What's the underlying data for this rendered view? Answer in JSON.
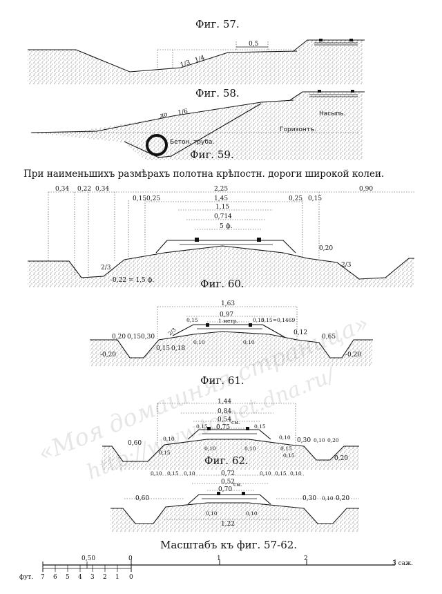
{
  "fig57": {
    "title": "Фиг. 57.",
    "dims": [
      "0,5"
    ],
    "slopes": [
      "1/3",
      "1/4"
    ]
  },
  "fig58": {
    "title": "Фиг. 58.",
    "slope": "до",
    "slope_ratio": "1/6",
    "pipe_label": "Бетон. труба.",
    "embankment_label": "Насыпь.",
    "horizon_label": "Горизонтъ."
  },
  "fig59": {
    "title": "Фиг. 59.",
    "caption": "При наименьшихъ размѣрахъ полотна крѣпостн. дороги широкой колеи.",
    "dims": [
      "0,34",
      "0,22",
      "0,34",
      "2,25",
      "0,90",
      "0,15",
      "0,25",
      "1,45",
      "0,25",
      "0,15",
      "1,15",
      "0,714",
      "5 ф.",
      "0,20",
      "2/3",
      "-0,22 = 1,5 ф.",
      "2/3"
    ]
  },
  "fig60": {
    "title": "Фиг. 60.",
    "dims": [
      "1,63",
      "0,97",
      "1 метр.",
      "2/3",
      "0,15",
      "0,15",
      "0,12",
      "0,20",
      "0,15",
      "0,30",
      "0,65",
      "-0,20",
      "0,15",
      "0,18",
      "0,10",
      "0,10",
      "-0,20"
    ],
    "extra": "0,15=0,1469"
  },
  "fig61": {
    "title": "Фиг. 61.",
    "dims": [
      "1,44",
      "0,84",
      "0,54",
      "0,75",
      "0,60",
      "0,10",
      "0,15",
      "0,15",
      "0,10",
      "0,10",
      "0,10",
      "0,15",
      "0,30",
      "0,10",
      "0,20",
      "0,20",
      "0,15",
      "0,15"
    ],
    "unit_sm": "см."
  },
  "fig62": {
    "title": "Фиг. 62.",
    "dims": [
      "0,10",
      "0,15",
      "0,10",
      "0,72",
      "0,10",
      "0,15",
      "0,10",
      "0,52",
      "0,70",
      "0,60",
      "0,30",
      "0,10",
      "0,20",
      "0,10",
      "0,10",
      "1,22"
    ],
    "unit_sm": "см."
  },
  "scale": {
    "title": "Масштабъ къ фиг. 57-62.",
    "top_labels": [
      "0,50",
      "0",
      "1",
      "2",
      "3 саж."
    ],
    "bottom_prefix": "фут.",
    "bottom_labels": [
      "7",
      "6",
      "5",
      "4",
      "3",
      "2",
      "1",
      "0"
    ]
  },
  "watermark": {
    "line1": "«Моя домашняя страница»",
    "line2": "http://www.tomet.dna.ru/"
  }
}
